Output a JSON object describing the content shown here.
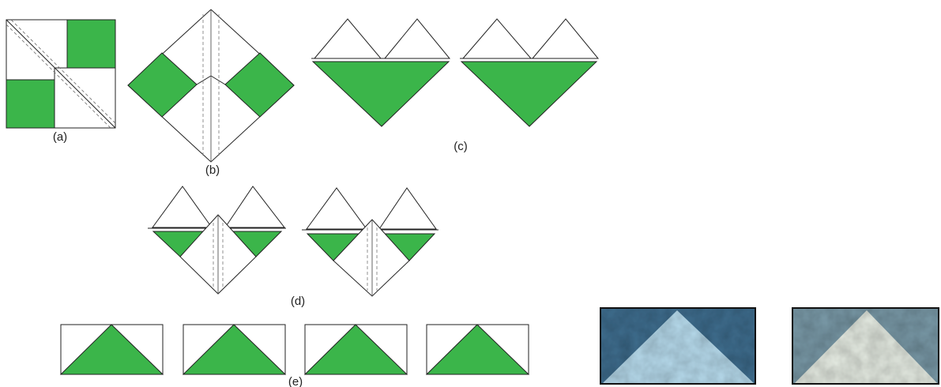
{
  "figure": {
    "labels": {
      "a": "(a)",
      "b": "(b)",
      "c": "(c)",
      "d": "(d)",
      "e": "(e)"
    },
    "step_e_panel_count": 4,
    "photo_count": 2
  },
  "colors": {
    "green": "#3bb54a",
    "outline": "#222222",
    "fold_line": "#666666",
    "photo1_background": "#3f6e8f",
    "photo1_triangle": "#b8dcee",
    "photo2_background": "#7a9aa8",
    "photo2_triangle": "#e6ece3"
  }
}
